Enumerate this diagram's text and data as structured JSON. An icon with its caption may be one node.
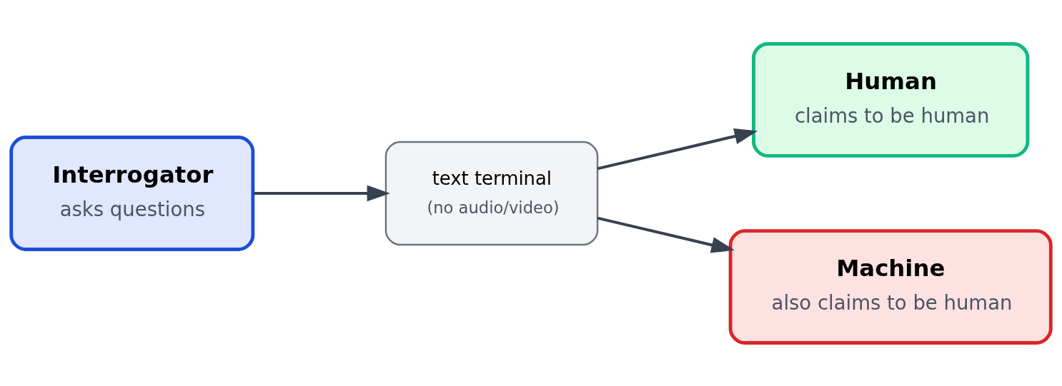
{
  "diagram": {
    "nodes": [
      {
        "text": [
          "Interrogator",
          "asks questions"
        ]
      },
      {
        "text": [
          "text terminal",
          "(no audio/video)"
        ]
      },
      {
        "text": [
          "Human",
          "claims to be human"
        ]
      },
      {
        "text": [
          "Machine",
          "also claims to be human"
        ]
      }
    ],
    "edges": [
      {
        "from": 0,
        "to": 1,
        "arrow": "to"
      },
      {
        "from": 1,
        "to": 2,
        "arrow": "to"
      },
      {
        "from": 1,
        "to": 3,
        "arrow": "to"
      }
    ]
  }
}
